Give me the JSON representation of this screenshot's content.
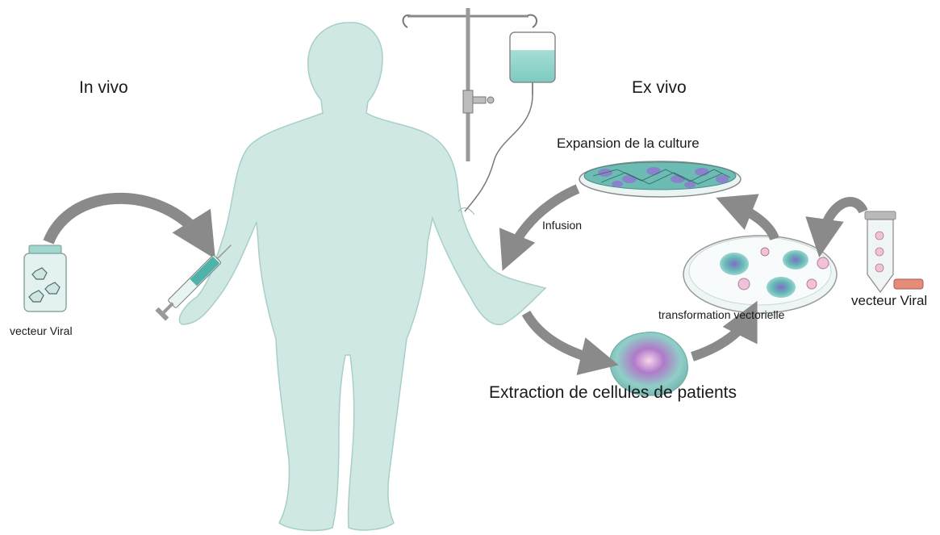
{
  "labels": {
    "in_vivo": "In vivo",
    "ex_vivo": "Ex vivo",
    "expansion": "Expansion de la culture",
    "infusion": "Infusion",
    "transformation": "transformation vectorielle",
    "vector_left": "vecteur Viral",
    "vector_right": "vecteur Viral",
    "extraction": "Extraction de cellules de patients"
  },
  "colors": {
    "body": "#cfe8e3",
    "body_stroke": "#9fc9c1",
    "arrow": "#8a8a8a",
    "fluid": "#8fd3c8",
    "cell_teal": "#5fb9b4",
    "cell_purple": "#8a78c8",
    "virus": "#e7a9c8",
    "dish": "#eaf4f3"
  },
  "icons": [
    "human-body-silhouette",
    "iv-drip-bag",
    "syringe-icon",
    "vial-icon",
    "petri-dish-icon",
    "virus-icon",
    "test-tube-icon",
    "cell-icon"
  ]
}
